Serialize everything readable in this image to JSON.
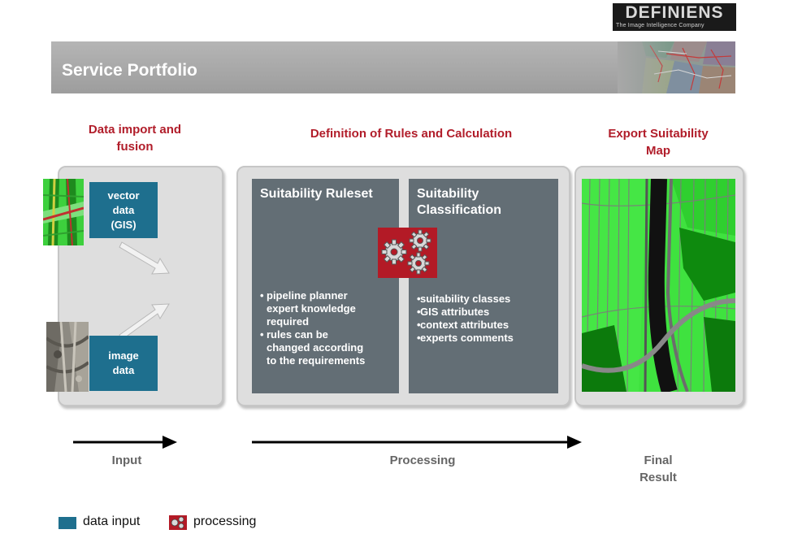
{
  "logo": {
    "wordmark": "DEFINIENS",
    "tagline": "The Image Intelligence Company"
  },
  "header": {
    "title": "Service Portfolio"
  },
  "columns": {
    "import": {
      "heading_line1": "Data import and",
      "heading_line2": "fusion"
    },
    "processing": {
      "heading": "Definition of Rules and Calculation"
    },
    "export": {
      "heading_line1": "Export Suitability",
      "heading_line2": "Map"
    }
  },
  "inputs": {
    "vector": {
      "line1": "vector",
      "line2": "data",
      "line3": "(GIS)"
    },
    "image": {
      "line1": "image",
      "line2": "data"
    }
  },
  "ruleset": {
    "title": "Suitability Ruleset",
    "bullets": [
      {
        "l1": "pipeline planner",
        "l2": "expert knowledge",
        "l3": "required"
      },
      {
        "l1": "rules can be",
        "l2": "changed according",
        "l3": "to the requirements"
      }
    ]
  },
  "classification": {
    "title_line1": "Suitability",
    "title_line2": "Classification",
    "bullets": [
      "suitability classes",
      "GIS attributes",
      "context attributes",
      "experts comments"
    ]
  },
  "flow": {
    "input": "Input",
    "processing": "Processing",
    "result_line1": "Final",
    "result_line2": "Result"
  },
  "legend": {
    "data_input": "data input",
    "processing": "processing"
  },
  "colors": {
    "accent_red": "#b11d2a",
    "data_box_blue": "#1e6f8e",
    "slate_panel": "#636e75",
    "panel_grey": "#dedede"
  },
  "icons": {
    "gears": "gears-icon",
    "arrow": "arrow-right-icon"
  }
}
